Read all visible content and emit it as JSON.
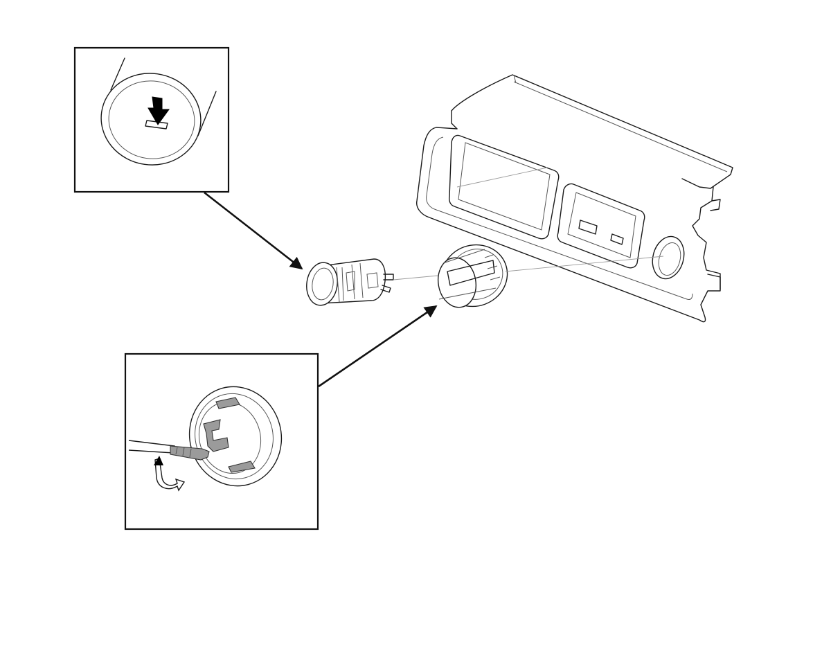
{
  "figure": {
    "type": "installation-diagram",
    "text_labels": [],
    "parts": [
      {
        "name": "accessory-socket",
        "icon": "power-socket-icon"
      },
      {
        "name": "socket-retaining-ring",
        "icon": "retaining-ring-icon"
      },
      {
        "name": "console-panel",
        "icon": "console-panel-icon"
      }
    ],
    "callouts": [
      {
        "name": "push-socket-detail",
        "icon": "push-down-arrow-icon"
      },
      {
        "name": "release-tab-detail",
        "icon": "pry-tool-icon"
      }
    ],
    "colors": {
      "line": "#1a1a1a",
      "fill_shade": "#9b9b9b",
      "background": "#ffffff"
    }
  }
}
